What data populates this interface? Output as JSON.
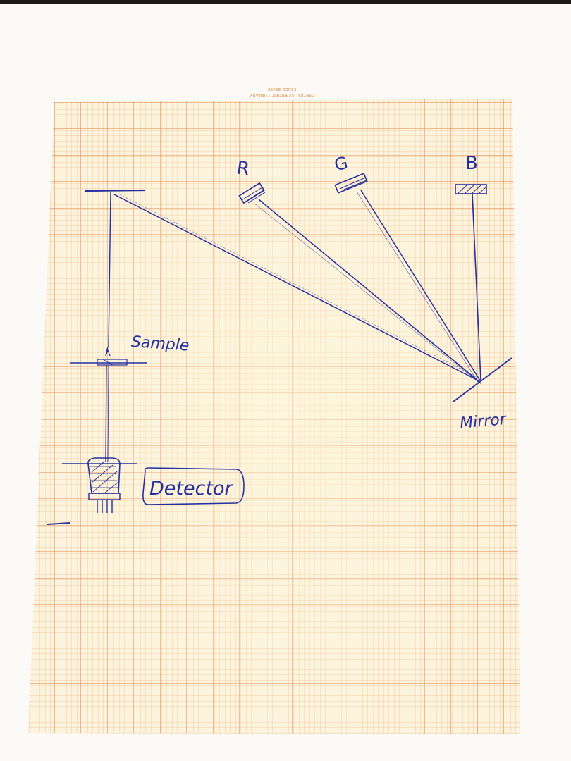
{
  "paper": {
    "printer_caption": [
      "CENTRAL SCIENTIFIC COMPANY",
      "CENCO 89088"
    ],
    "grid_color": "#e8894a",
    "paper_color": "#fbf3dc"
  },
  "diagram": {
    "ink_color": "#2530a0",
    "labels": {
      "red_source": "R",
      "green_source": "G",
      "blue_source": "B",
      "mirror": "Mirror",
      "sample": "Sample",
      "detector": "Detector"
    }
  }
}
